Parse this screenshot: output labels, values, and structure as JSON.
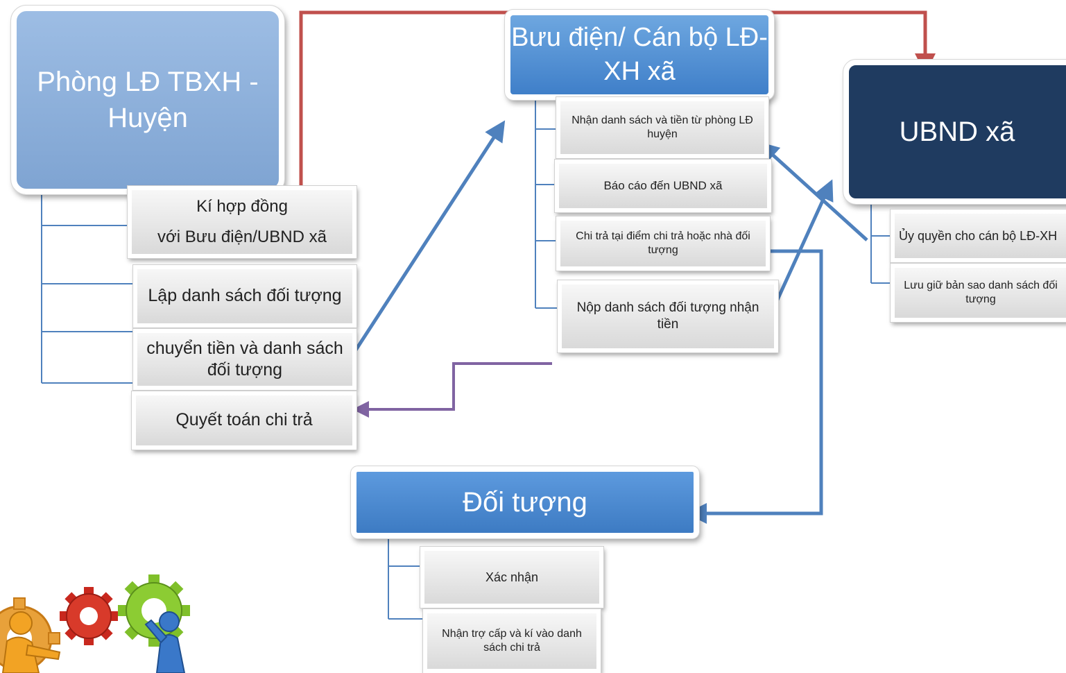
{
  "phong": {
    "title": "Phòng LĐ TBXH - Huyện",
    "items": [
      "Kí hợp đồng",
      "với Bưu điện/UBND xã",
      "Lập danh sách đối tượng",
      "chuyển tiền và danh sách đối tượng",
      "Quyết toán chi trả"
    ]
  },
  "buudien": {
    "title": "Bưu điện/ Cán bộ LĐ-XH xã",
    "items": [
      "Nhận danh sách và tiền từ phòng LĐ huyện",
      "Báo cáo đến UBND xã",
      "Chi trả tại điểm chi trả hoặc nhà đối tượng",
      "Nộp danh sách đối tượng nhận tiền"
    ]
  },
  "ubnd": {
    "title": "UBND xã",
    "items": [
      "Ủy quyền cho cán bộ LĐ-XH",
      "Lưu giữ bản sao danh sách đối tượng"
    ]
  },
  "doituong": {
    "title": "Đối tượng",
    "items": [
      "Xác nhận",
      "Nhận trợ cấp và kí vào danh sách chi trả"
    ]
  },
  "colors": {
    "connector": "#4f81bd",
    "arrow_red": "#c0504d",
    "arrow_blue": "#4f81bd",
    "arrow_purple": "#8064a2"
  },
  "icons": [
    "gears-icon"
  ]
}
